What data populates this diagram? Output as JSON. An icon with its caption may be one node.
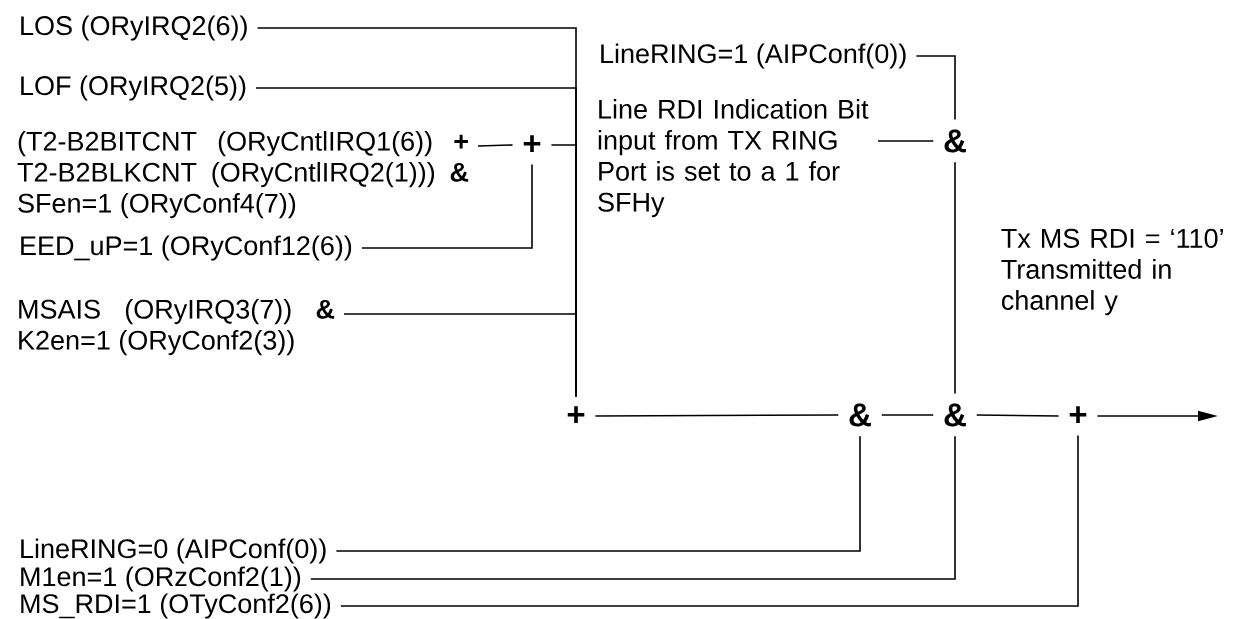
{
  "diagram": {
    "nodes": [
      {
        "text": [
          "LOS (ORyIRQ2(6))"
        ]
      },
      {
        "text": [
          "LOF (ORyIRQ2(5))"
        ]
      },
      {
        "text": [
          "(T2-B2BITCNT (ORyCntlIRQ1(6)) **+** T2-B2BLKCNT (ORyCntlIRQ2(1))) **&** SFen=1 (ORyConf4(7))"
        ]
      },
      {
        "text": [
          "EED_uP=1 (ORyConf12(6))"
        ]
      },
      {
        "text": [
          "MSAIS (ORyIRQ3(7)) **&** K2en=1 (ORyConf2(3))"
        ]
      },
      {
        "text": [
          "+"
        ]
      },
      {
        "text": [
          "+"
        ]
      },
      {
        "text": [
          "LineRING=1 (AIPConf(0))"
        ]
      },
      {
        "text": [
          "Line RDI Indication Bit input from TX RING Port is set to a 1 for SFHy"
        ]
      },
      {
        "text": [
          "&"
        ]
      },
      {
        "text": [
          "&"
        ]
      },
      {
        "text": [
          "&"
        ]
      },
      {
        "text": [
          "+"
        ]
      },
      {
        "text": [
          "LineRING=0 (AIPConf(0))"
        ]
      },
      {
        "text": [
          "M1en=1 (ORzConf2(1))"
        ]
      },
      {
        "text": [
          "MS_RDI=1 (OTyConf2(6))"
        ]
      }
    ],
    "edges": [
      {
        "from": 0,
        "to": 6,
        "arrow": "none"
      },
      {
        "from": 1,
        "to": 6,
        "arrow": "none"
      },
      {
        "from": 2,
        "to": 5,
        "arrow": "none"
      },
      {
        "from": 3,
        "to": 5,
        "arrow": "none"
      },
      {
        "from": 5,
        "to": 6,
        "arrow": "none"
      },
      {
        "from": 4,
        "to": 6,
        "arrow": "none"
      },
      {
        "from": 7,
        "to": 9,
        "arrow": "none"
      },
      {
        "from": 8,
        "to": 9,
        "arrow": "none"
      },
      {
        "from": 9,
        "to": 11,
        "arrow": "none"
      },
      {
        "from": 6,
        "to": 10,
        "arrow": "none"
      },
      {
        "from": 13,
        "to": 10,
        "arrow": "none"
      },
      {
        "from": 10,
        "to": 11,
        "arrow": "none"
      },
      {
        "from": 14,
        "to": 11,
        "arrow": "none"
      },
      {
        "from": 11,
        "to": 12,
        "arrow": "none"
      },
      {
        "from": 15,
        "to": 12,
        "arrow": "none"
      },
      {
        "from": 12,
        "to": null,
        "arrow": "to"
      }
    ],
    "labels": [
      "Tx MS RDI = ‘110’ Transmitted in channel y"
    ]
  }
}
